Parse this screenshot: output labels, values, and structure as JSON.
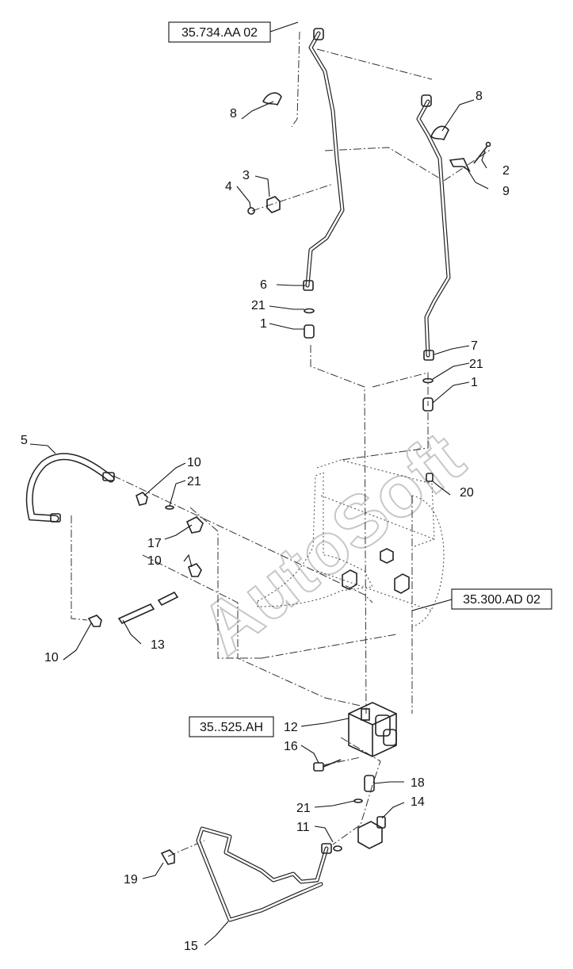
{
  "watermark": "AutoSoft",
  "references": [
    {
      "id": "ref-top",
      "text": "35.734.AA 02"
    },
    {
      "id": "ref-right",
      "text": "35.300.AD 02"
    },
    {
      "id": "ref-valve",
      "text": "35..525.AH"
    }
  ],
  "callouts": {
    "c8a": "8",
    "c8b": "8",
    "c4": "4",
    "c3": "3",
    "c2": "2",
    "c9": "9",
    "c6": "6",
    "c21a": "21",
    "c1a": "1",
    "c7": "7",
    "c21b": "21",
    "c1b": "1",
    "c5": "5",
    "c10a": "10",
    "c21c": "21",
    "c17": "17",
    "c10b": "10",
    "c20": "20",
    "c10c": "10",
    "c13": "13",
    "c12": "12",
    "c16": "16",
    "c18": "18",
    "c14": "14",
    "c21d": "21",
    "c11": "11",
    "c19": "19",
    "c15": "15"
  }
}
